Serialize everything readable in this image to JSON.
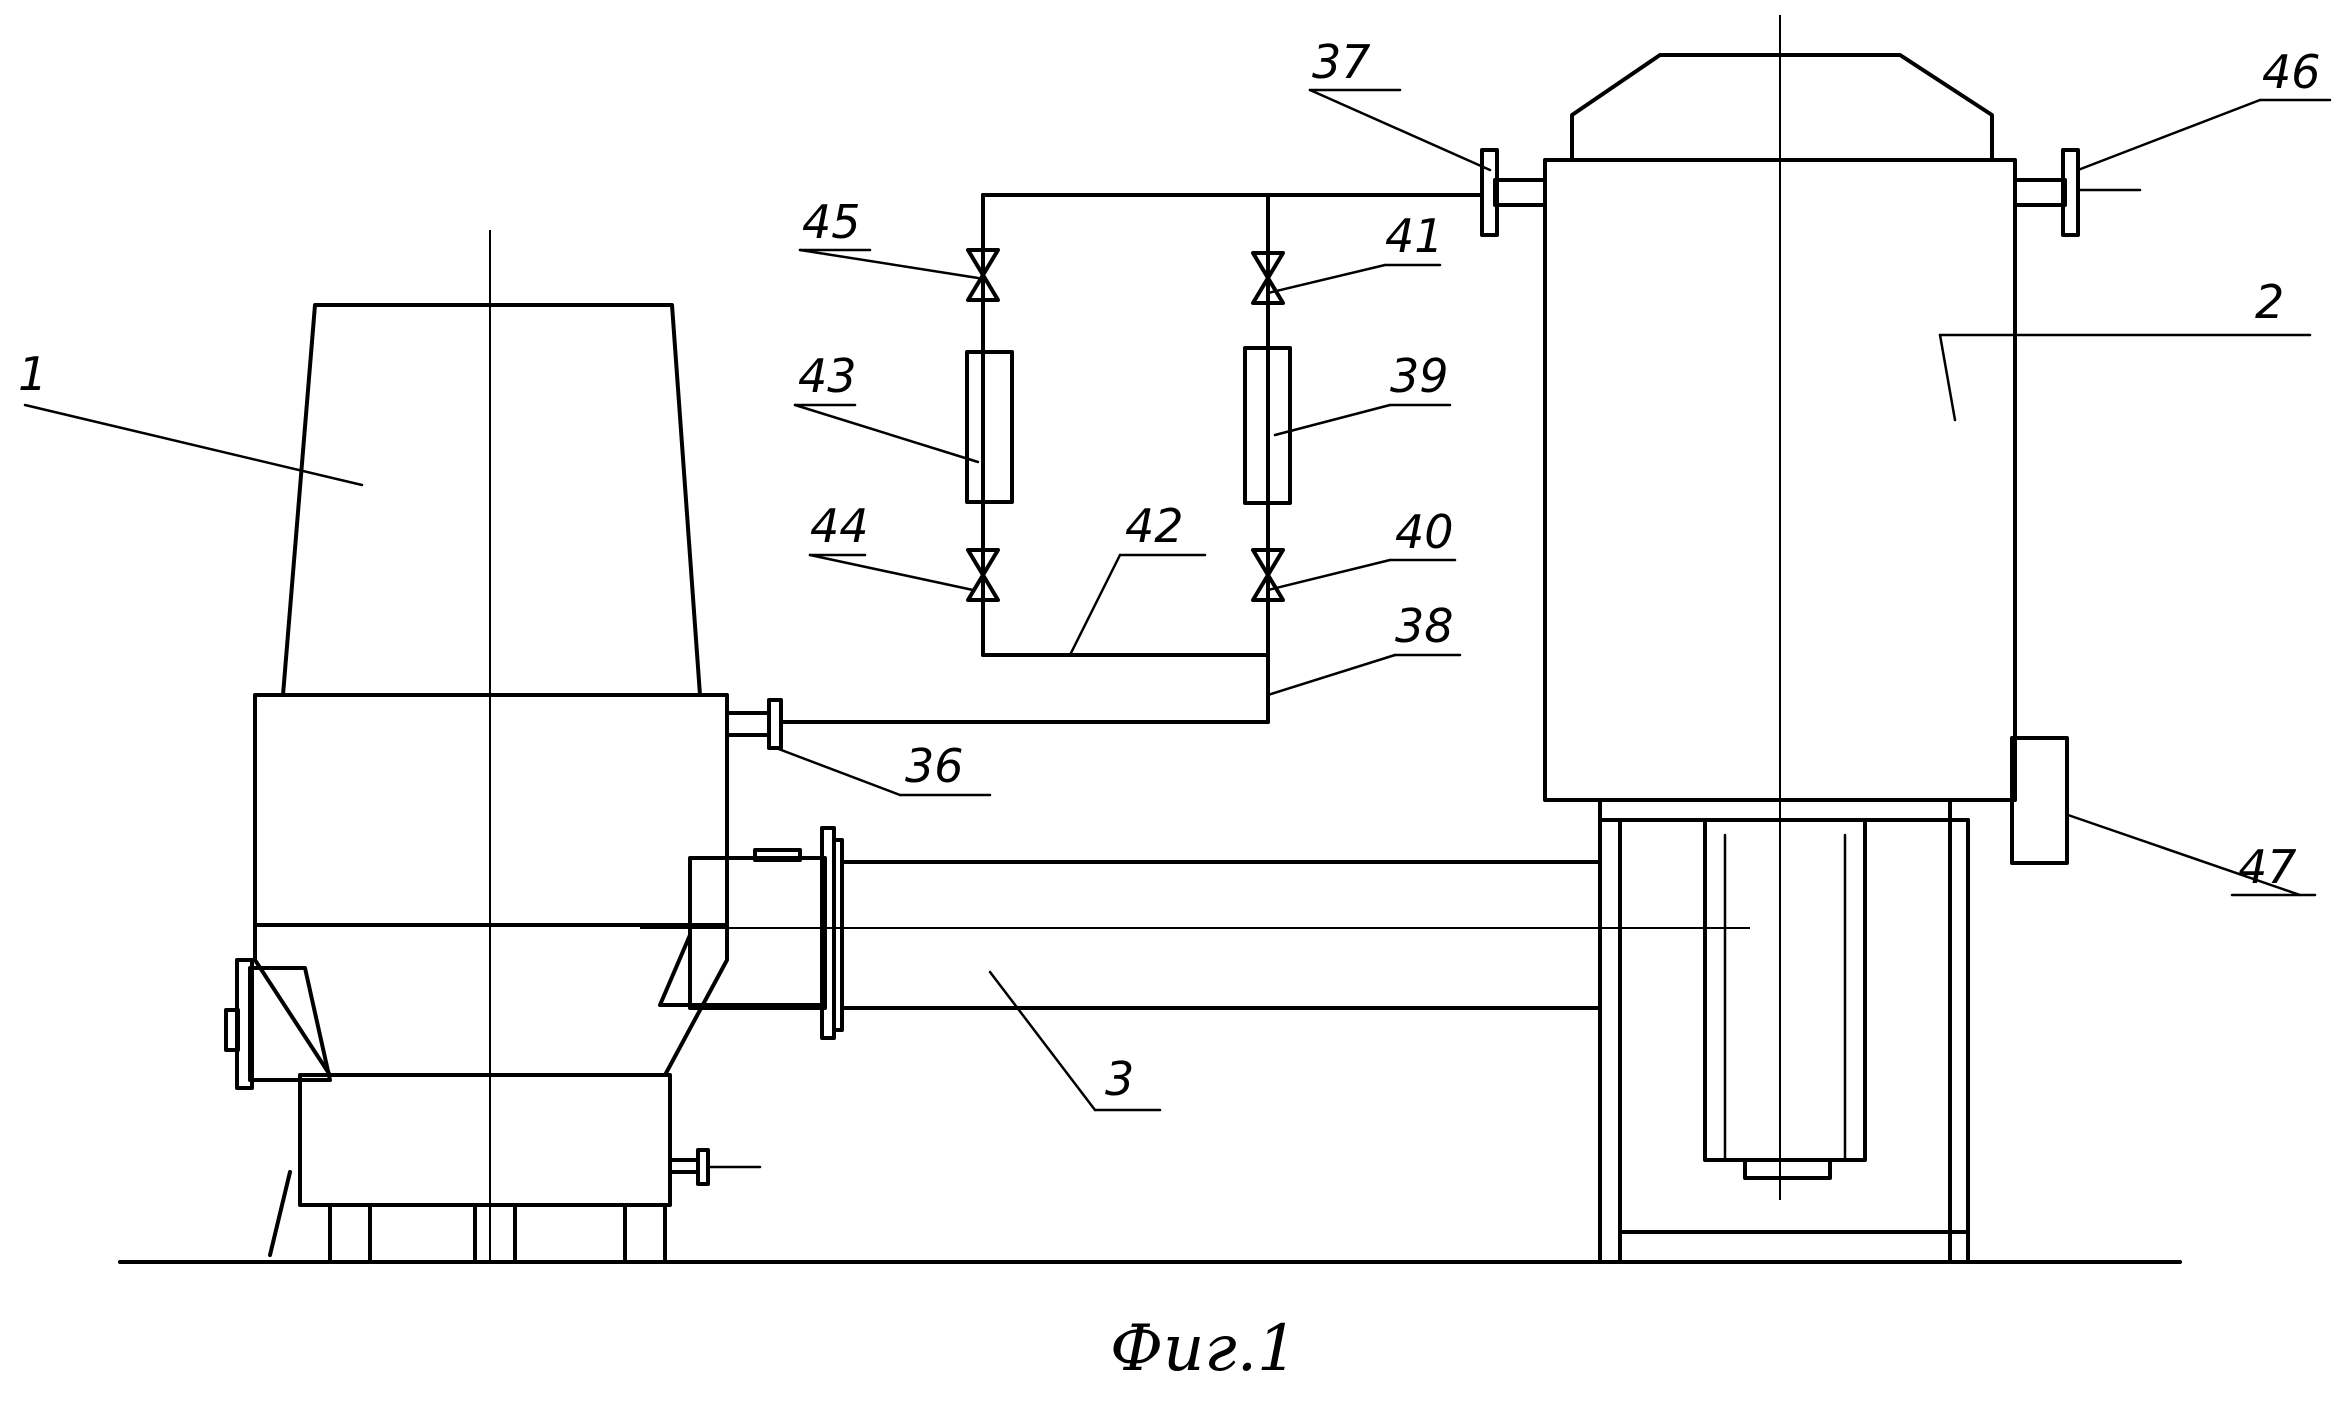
{
  "labels": {
    "l1": "1",
    "l2": "2",
    "l3": "3",
    "l36": "36",
    "l37": "37",
    "l38": "38",
    "l39": "39",
    "l40": "40",
    "l41": "41",
    "l42": "42",
    "l43": "43",
    "l44": "44",
    "l45": "45",
    "l46": "46",
    "l47": "47"
  },
  "caption": "Фиг.1"
}
